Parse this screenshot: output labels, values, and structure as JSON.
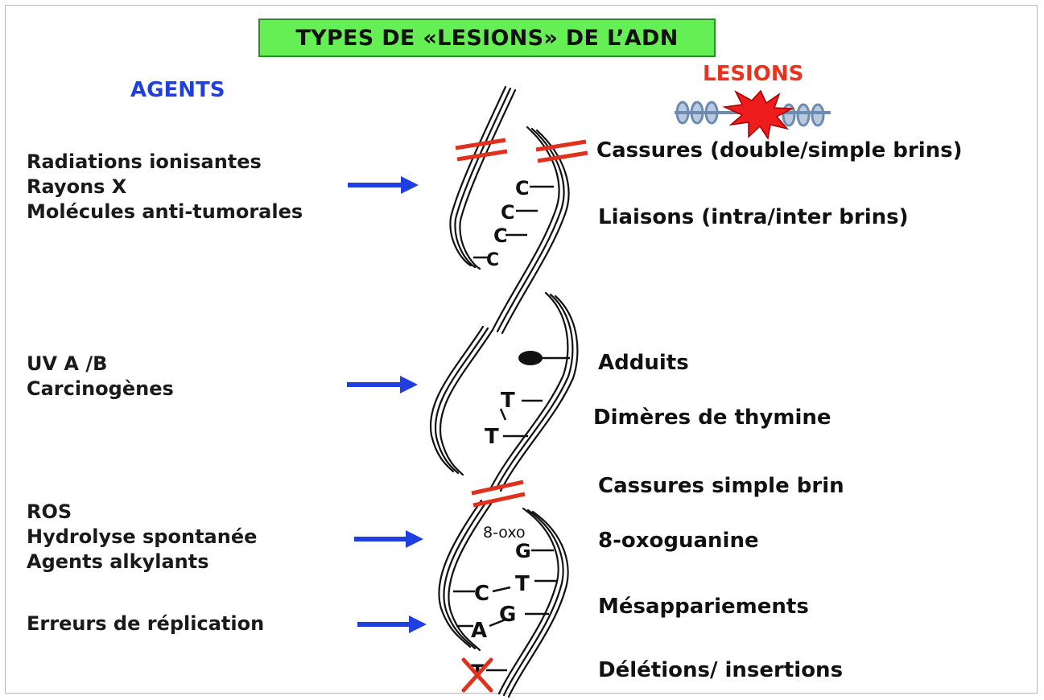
{
  "title": "TYPES DE «LESIONS» DE L’ADN",
  "agents_header": "AGENTS",
  "lesions_header": "LESIONS",
  "colors": {
    "title_bg": "#66ee55",
    "agents_header": "#1f3fe0",
    "lesions_header": "#e8341f",
    "arrow": "#1f3fe0",
    "break_marks": "#e0301e",
    "strand": "#111111"
  },
  "agent_groups": [
    {
      "lines": [
        "Radiations ionisantes",
        "Rayons X",
        "Molécules anti-tumorales"
      ]
    },
    {
      "lines": [
        "UV A /B",
        "Carcinogènes"
      ]
    },
    {
      "lines": [
        "ROS",
        "Hydrolyse spontanée",
        "Agents alkylants"
      ]
    },
    {
      "lines": [
        "Erreurs de réplication"
      ]
    }
  ],
  "lesions": [
    "Cassures (double/simple brins)",
    "Liaisons (intra/inter brins)",
    "Adduits",
    "Dimères de thymine",
    "Cassures simple brin",
    "8-oxoguanine",
    "Mésappariements",
    "Délétions/ insertions"
  ],
  "base_labels": {
    "crosslink": [
      "C",
      "C",
      "C",
      "C"
    ],
    "dimer": [
      "T",
      "T"
    ],
    "oxo_prefix": "8-oxo",
    "oxo_base": "G",
    "mismatch": [
      "C",
      "T",
      "A",
      "G"
    ],
    "deleted": "T"
  },
  "icons": {
    "arrow": "arrow-right-icon",
    "break": "double-bar-break-icon",
    "lesion_logo": "dna-explosion-icon",
    "deletion": "red-x-icon"
  }
}
